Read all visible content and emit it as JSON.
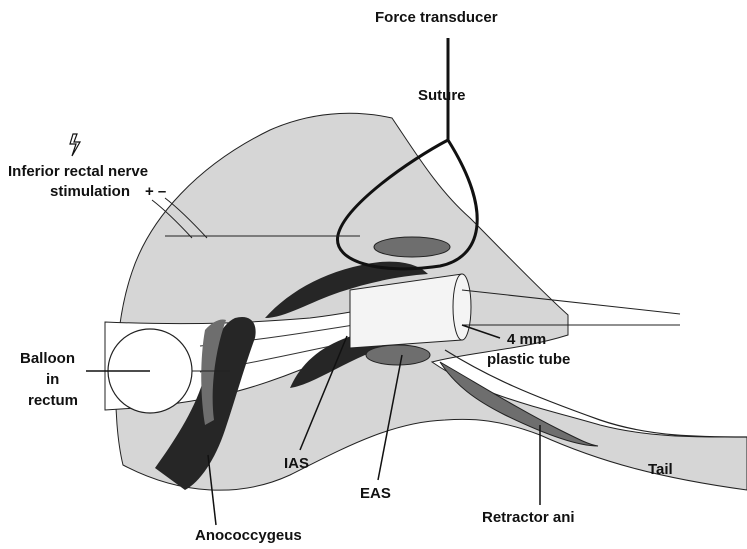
{
  "colors": {
    "tissue": "#d6d6d6",
    "muscle_dark": "#262626",
    "muscle_mid": "#6e6e6e",
    "outline": "#222222"
  },
  "icons": {
    "stimulation": "lightning-bolt-icon"
  },
  "labels": {
    "force_transducer": "Force transducer",
    "suture": "Suture",
    "inferior_rectal_nerve_line1": "Inferior rectal nerve",
    "inferior_rectal_nerve_line2": "stimulation",
    "electrode_polarity": "+ –",
    "balloon_line1": "Balloon",
    "balloon_line2": "in",
    "balloon_line3": "rectum",
    "tube_line1": "4 mm",
    "tube_line2": "plastic tube",
    "ias": "IAS",
    "eas": "EAS",
    "tail": "Tail",
    "retractor_ani": "Retractor ani",
    "anococcygeus": "Anococcygeus"
  }
}
